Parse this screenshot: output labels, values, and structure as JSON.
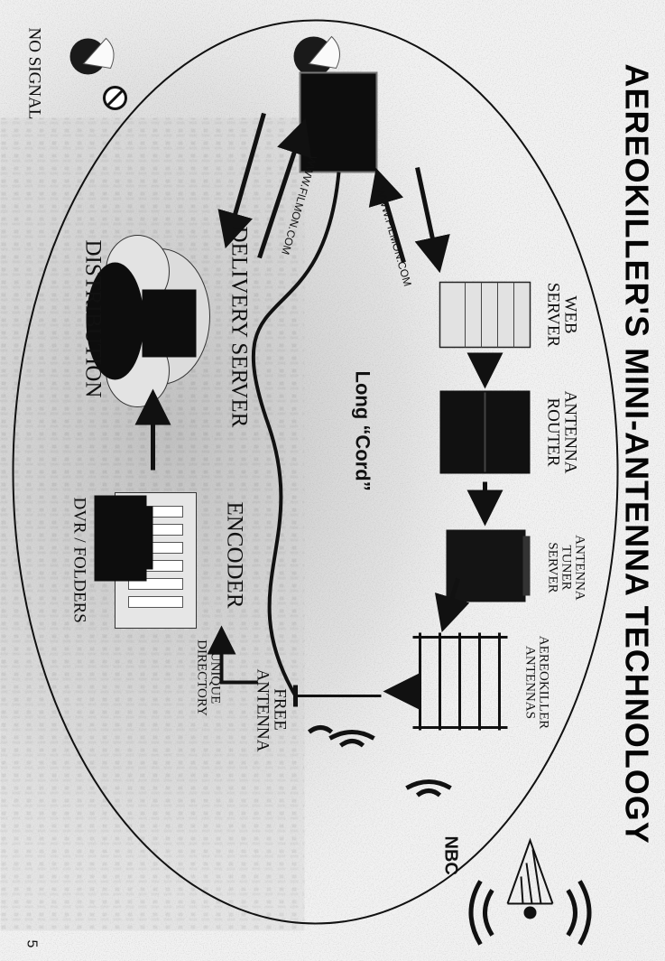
{
  "title": "AEREOKILLER'S MINI-ANTENNA TECHNOLOGY",
  "nodes": {
    "web_server": [
      "WEB",
      "SERVER"
    ],
    "antenna_router": [
      "ANTENNA",
      "ROUTER"
    ],
    "antenna_tuner_server": [
      "ANTENNA",
      "TUNER",
      "SERVER"
    ],
    "aereokiller_antennas": [
      "AEREOKILLER",
      "ANTENNAS"
    ],
    "free_antenna": [
      "FREE",
      "ANTENNA"
    ],
    "unique_directory": [
      "UNIQUE",
      "DIRECTORY"
    ],
    "encoder": "ENCODER",
    "dvr_folders": "DVR / FOLDERS",
    "delivery_server": "DELIVERY SERVER",
    "distribution": "DISTRIBUTION",
    "no_signal": "NO SIGNAL",
    "broadcaster": "NBC"
  },
  "urls": {
    "upper": "WWW.FILMON.COM",
    "lower": "WWW.FILMON.COM"
  },
  "cord_label": "Long “Cord”",
  "page_number": "5"
}
